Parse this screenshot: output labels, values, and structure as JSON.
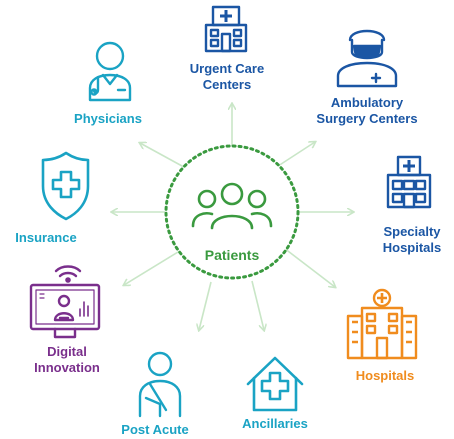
{
  "center": {
    "label": "Patients",
    "color": "#3a9a3f",
    "ring_color": "#3a9a3f"
  },
  "arrow_color": "#c9e6c7",
  "nodes": [
    {
      "id": "physicians",
      "lines": [
        "Physicians"
      ],
      "color": "#1aa3c4",
      "icon": "doctor-icon"
    },
    {
      "id": "urgent-care",
      "lines": [
        "Urgent Care",
        "Centers"
      ],
      "color": "#1b56a4",
      "icon": "clinic-building-icon"
    },
    {
      "id": "ambulatory",
      "lines": [
        "Ambulatory",
        "Surgery Centers"
      ],
      "color": "#1b56a4",
      "icon": "surgeon-icon"
    },
    {
      "id": "specialty",
      "lines": [
        "Specialty",
        "Hospitals"
      ],
      "color": "#1b56a4",
      "icon": "hospital-building-icon"
    },
    {
      "id": "hospitals",
      "lines": [
        "Hospitals"
      ],
      "color": "#f08c1e",
      "icon": "hospital-icon"
    },
    {
      "id": "ancillaries",
      "lines": [
        "Ancillaries"
      ],
      "color": "#1aa3c4",
      "icon": "house-cross-icon"
    },
    {
      "id": "post-acute",
      "lines": [
        "Post Acute"
      ],
      "color": "#1aa3c4",
      "icon": "patient-sling-icon"
    },
    {
      "id": "digital",
      "lines": [
        "Digital",
        "Innovation"
      ],
      "color": "#7a2f8c",
      "icon": "telehealth-monitor-icon"
    },
    {
      "id": "insurance",
      "lines": [
        "Insurance"
      ],
      "color": "#1aa3c4",
      "icon": "shield-cross-icon"
    }
  ]
}
